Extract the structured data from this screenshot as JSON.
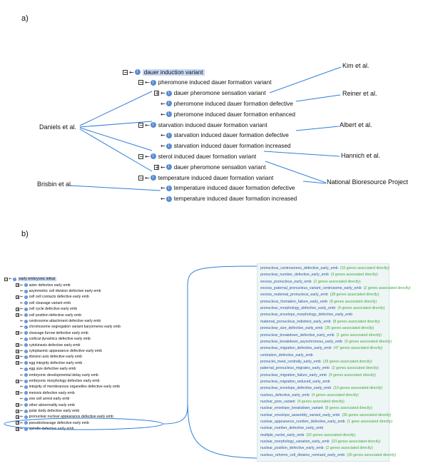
{
  "panel_a": {
    "label": "a)",
    "tree": [
      {
        "depth": 0,
        "toggle": "−",
        "text": "dauer induction variant",
        "selected": true
      },
      {
        "depth": 1,
        "toggle": "−",
        "text": "pheromone induced dauer formation variant"
      },
      {
        "depth": 2,
        "toggle": "+",
        "text": "dauer pheromone sensation variant"
      },
      {
        "depth": 2,
        "toggle": "",
        "text": "pheromone induced dauer formation defective"
      },
      {
        "depth": 2,
        "toggle": "",
        "text": "pheromone induced dauer formation enhanced"
      },
      {
        "depth": 1,
        "toggle": "−",
        "text": "starvation induced dauer formation variant"
      },
      {
        "depth": 2,
        "toggle": "",
        "text": "starvation induced dauer formation defective"
      },
      {
        "depth": 2,
        "toggle": "",
        "text": "starvation induced dauer formation increased"
      },
      {
        "depth": 1,
        "toggle": "−",
        "text": "sterol induced dauer formation variant"
      },
      {
        "depth": 2,
        "toggle": "+",
        "text": "dauer pheromone sensation variant"
      },
      {
        "depth": 1,
        "toggle": "−",
        "text": "temperature induced dauer formation variant"
      },
      {
        "depth": 2,
        "toggle": "",
        "text": "temperature induced dauer formation defective"
      },
      {
        "depth": 2,
        "toggle": "",
        "text": "temperature induced dauer formation increased"
      }
    ],
    "callouts": {
      "kim": "Kim et al.",
      "reiner": "Reiner et al.",
      "albert": "Albert et al.",
      "hannich": "Hannich et al.",
      "nbp": "National Bioresource Project",
      "daniels": "Daniels et al.",
      "brisbin": "Brisbin et al."
    }
  },
  "panel_b": {
    "label": "b)",
    "tree": [
      {
        "depth": 0,
        "toggle": "−",
        "text": "early embryonic lethal",
        "selected": true
      },
      {
        "depth": 1,
        "toggle": "+",
        "text": "aster defective early emb"
      },
      {
        "depth": 1,
        "toggle": "",
        "text": "asymmetric cell division defective early emb"
      },
      {
        "depth": 1,
        "toggle": "+",
        "text": "cell cell contacts defective early emb"
      },
      {
        "depth": 1,
        "toggle": "",
        "text": "cell cleavage variant emb"
      },
      {
        "depth": 1,
        "toggle": "+",
        "text": "cell cycle defective early emb"
      },
      {
        "depth": 1,
        "toggle": "+",
        "text": "cell position defective early emb"
      },
      {
        "depth": 1,
        "toggle": "",
        "text": "centrosome attachment defective early emb"
      },
      {
        "depth": 1,
        "toggle": "",
        "text": "chromosome segregation variant karyomeres early emb"
      },
      {
        "depth": 1,
        "toggle": "+",
        "text": "cleavage furrow defective early emb"
      },
      {
        "depth": 1,
        "toggle": "",
        "text": "cortical dynamics defective early emb"
      },
      {
        "depth": 1,
        "toggle": "+",
        "text": "cytokinesis defective early emb"
      },
      {
        "depth": 1,
        "toggle": "+",
        "text": "cytoplasmic appearance defective early emb"
      },
      {
        "depth": 1,
        "toggle": "+",
        "text": "division axis defective early emb"
      },
      {
        "depth": 1,
        "toggle": "+",
        "text": "egg integrity defective early emb"
      },
      {
        "depth": 1,
        "toggle": "",
        "text": "egg size defective early emb"
      },
      {
        "depth": 1,
        "toggle": "",
        "text": "embryonic developmental delay early emb"
      },
      {
        "depth": 1,
        "toggle": "+",
        "text": "embryonic morphology defective early emb"
      },
      {
        "depth": 1,
        "toggle": "",
        "text": "integrity of membranous organelles defective early emb"
      },
      {
        "depth": 1,
        "toggle": "+",
        "text": "meiosis defective early emb"
      },
      {
        "depth": 1,
        "toggle": "",
        "text": "one cell arrest early emb"
      },
      {
        "depth": 1,
        "toggle": "+",
        "text": "other abnormality early emb"
      },
      {
        "depth": 1,
        "toggle": "+",
        "text": "polar body defective early emb"
      },
      {
        "depth": 1,
        "toggle": "+",
        "text": "pronuclear nuclear appearance defective early emb"
      },
      {
        "depth": 1,
        "toggle": "+",
        "text": "pseudocleavage defective early emb"
      },
      {
        "depth": 1,
        "toggle": "+",
        "text": "spindle defective early emb"
      }
    ],
    "popup": [
      {
        "term": "pronucleus_centrosomes_defective_early_emb",
        "count": "(15 genes associated directly)"
      },
      {
        "term": "pronuclear_number_defective_early_emb",
        "count": "(3 genes associated directly)"
      },
      {
        "term": "excess_pronucleus_early_emb",
        "count": "(2 genes associated directly)"
      },
      {
        "term": "excess_paternal_pronucleus_variant_centrosome_early_emb",
        "count": "(2 genes associated directly)"
      },
      {
        "term": "excess_maternal_pronucleus_early_emb",
        "count": "(28 genes associated directly)"
      },
      {
        "term": "pronucleus_formation_failure_early_emb",
        "count": "(8 genes associated directly)"
      },
      {
        "term": "pronuclear_morphology_defective_early_emb",
        "count": "(4 genes associated directly)"
      },
      {
        "term": "pronuclear_envelope_morphology_defective_early_emb",
        "count": ""
      },
      {
        "term": "maternal_pronucleus_indistinct_early_emb",
        "count": "(8 genes associated directly)"
      },
      {
        "term": "pronuclear_size_defective_early_emb",
        "count": "(35 genes associated directly)"
      },
      {
        "term": "pronuclear_breakdown_defective_early_emb",
        "count": "(1 gene associated directly)"
      },
      {
        "term": "pronuclear_breakdown_asynchronous_early_emb",
        "count": "(5 genes associated directly)"
      },
      {
        "term": "pronuclear_migration_defective_early_emb",
        "count": "(47 genes associated directly)"
      },
      {
        "term": "centration_defective_early_emb",
        "count": ""
      },
      {
        "term": "pronuclei_meet_centrally_early_emb",
        "count": "(28 genes associated directly)"
      },
      {
        "term": "paternal_pronucleus_migrates_early_emb",
        "count": "(2 genes associated directly)"
      },
      {
        "term": "pronuclear_migration_failure_early_emb",
        "count": "(9 genes associated directly)"
      },
      {
        "term": "pronuclear_migration_reduced_early_emb",
        "count": ""
      },
      {
        "term": "pronuclear_envelope_defective_early_emb",
        "count": "(10 genes associated directly)"
      },
      {
        "term": "nucleus_defective_early_emb",
        "count": "(4 genes associated directly)"
      },
      {
        "term": "nuclear_pore_variant",
        "count": "(4 genes associated directly)"
      },
      {
        "term": "nuclear_envelope_breakdown_variant",
        "count": "(8 genes associated directly)"
      },
      {
        "term": "nuclear_envelope_assembly_variant_early_emb",
        "count": "(36 genes associated directly)"
      },
      {
        "term": "nuclear_appearance_number_defective_early_emb",
        "count": "(1 gene associated directly)"
      },
      {
        "term": "nuclear_number_defective_early_emb",
        "count": ""
      },
      {
        "term": "multiple_nuclei_early_emb",
        "count": "(92 genes associated directly)"
      },
      {
        "term": "nuclear_morphology_variation_early_emb",
        "count": "(23 genes associated directly)"
      },
      {
        "term": "nuclear_position_defective_early_emb",
        "count": "(2 genes associated directly)"
      },
      {
        "term": "nucleus_reforms_cell_division_remnant_early_emb",
        "count": "(26 genes associated directly)"
      }
    ]
  },
  "colors": {
    "connector": "#2f7fd8",
    "term": "#2b5aa8",
    "count": "#3eaa3e",
    "selection": "#c7d9f5"
  }
}
